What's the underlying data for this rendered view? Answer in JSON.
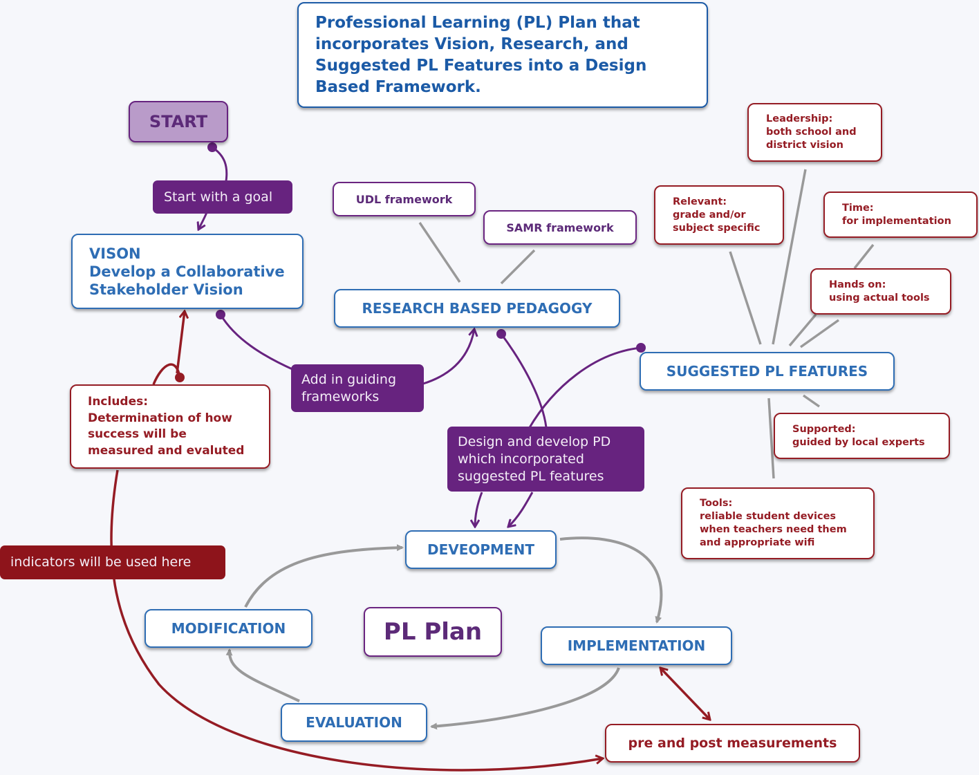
{
  "title_box": "Professional Learning (PL) Plan that\nincorporates Vision, Research, and\nSuggested PL Features into a Design\nBased Framework.",
  "nodes": {
    "start": "START",
    "vision": "VISON\nDevelop a Collaborative\nStakeholder Vision",
    "research": "RESEARCH BASED PEDAGOGY",
    "udl": "UDL framework",
    "samr": "SAMR framework",
    "suggested": "SUGGESTED PL FEATURES",
    "leadership": "Leadership:\nboth school and\ndistrict vision",
    "relevant": "Relevant:\ngrade and/or\nsubject specific",
    "time": "Time:\nfor implementation",
    "hands_on": "Hands on:\nusing actual tools",
    "supported": "Supported:\nguided by local experts",
    "tools": "Tools:\nreliable student devices\nwhen teachers need them\nand appropriate wifi",
    "includes": "Includes:\nDetermination of how\nsuccess will be\nmeasured and evaluted",
    "development": "DEVEOPMENT",
    "implementation": "IMPLEMENTATION",
    "evaluation": "EVALUATION",
    "modification": "MODIFICATION",
    "pl_plan": "PL Plan",
    "pre_post": "pre and post measurements"
  },
  "link_labels": {
    "start_goal": "Start with a goal",
    "guiding": "Add in guiding\nframeworks",
    "design": "Design and develop PD\nwhich incorporated\nsuggested PL features",
    "indicators": "indicators will be used here"
  },
  "colors": {
    "blue": "#2e6db4",
    "red": "#951c24",
    "purple": "#67237f",
    "gray": "#999999",
    "start_fill": "#b99bc9"
  }
}
